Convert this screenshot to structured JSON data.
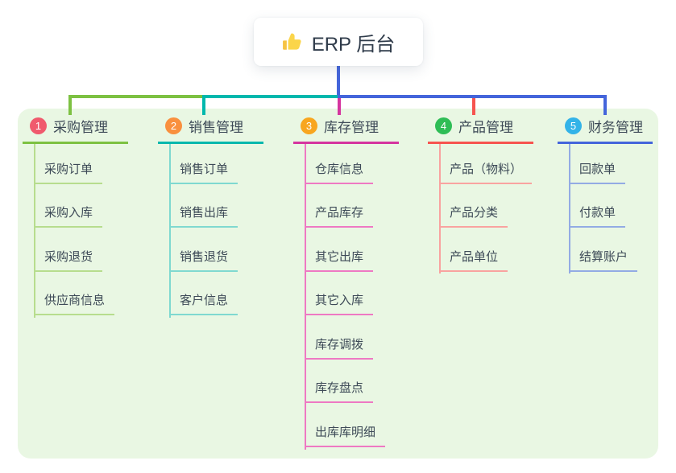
{
  "root": {
    "icon": "thumbs-up-icon",
    "label": "ERP 后台",
    "line_color": "#4465db"
  },
  "panel": {
    "bg_color": "#e9f7e3"
  },
  "text_color": "#3d4a57",
  "branches": [
    {
      "badge": "1",
      "title": "采购管理",
      "colors": {
        "main": "#7dc142",
        "light": "#b7dd8e",
        "badge": "#f05a6d"
      },
      "children": [
        "采购订单",
        "采购入库",
        "采购退货",
        "供应商信息"
      ]
    },
    {
      "badge": "2",
      "title": "销售管理",
      "colors": {
        "main": "#00b8ad",
        "light": "#7fd9d0",
        "badge": "#f9903e"
      },
      "children": [
        "销售订单",
        "销售出库",
        "销售退货",
        "客户信息"
      ]
    },
    {
      "badge": "3",
      "title": "库存管理",
      "colors": {
        "main": "#d5359f",
        "light": "#ee79c3",
        "badge": "#f8a61f"
      },
      "children": [
        "仓库信息",
        "产品库存",
        "其它出库",
        "其它入库",
        "库存调拨",
        "库存盘点",
        "出库库明细"
      ]
    },
    {
      "badge": "4",
      "title": "产品管理",
      "colors": {
        "main": "#f6544f",
        "light": "#f9a3a0",
        "badge": "#2ebd55"
      },
      "children": [
        "产品（物料）",
        "产品分类",
        "产品单位"
      ]
    },
    {
      "badge": "5",
      "title": "财务管理",
      "colors": {
        "main": "#4465db",
        "light": "#93abe4",
        "badge": "#33b3e8"
      },
      "children": [
        "回款单",
        "付款单",
        "结算账户"
      ]
    }
  ]
}
